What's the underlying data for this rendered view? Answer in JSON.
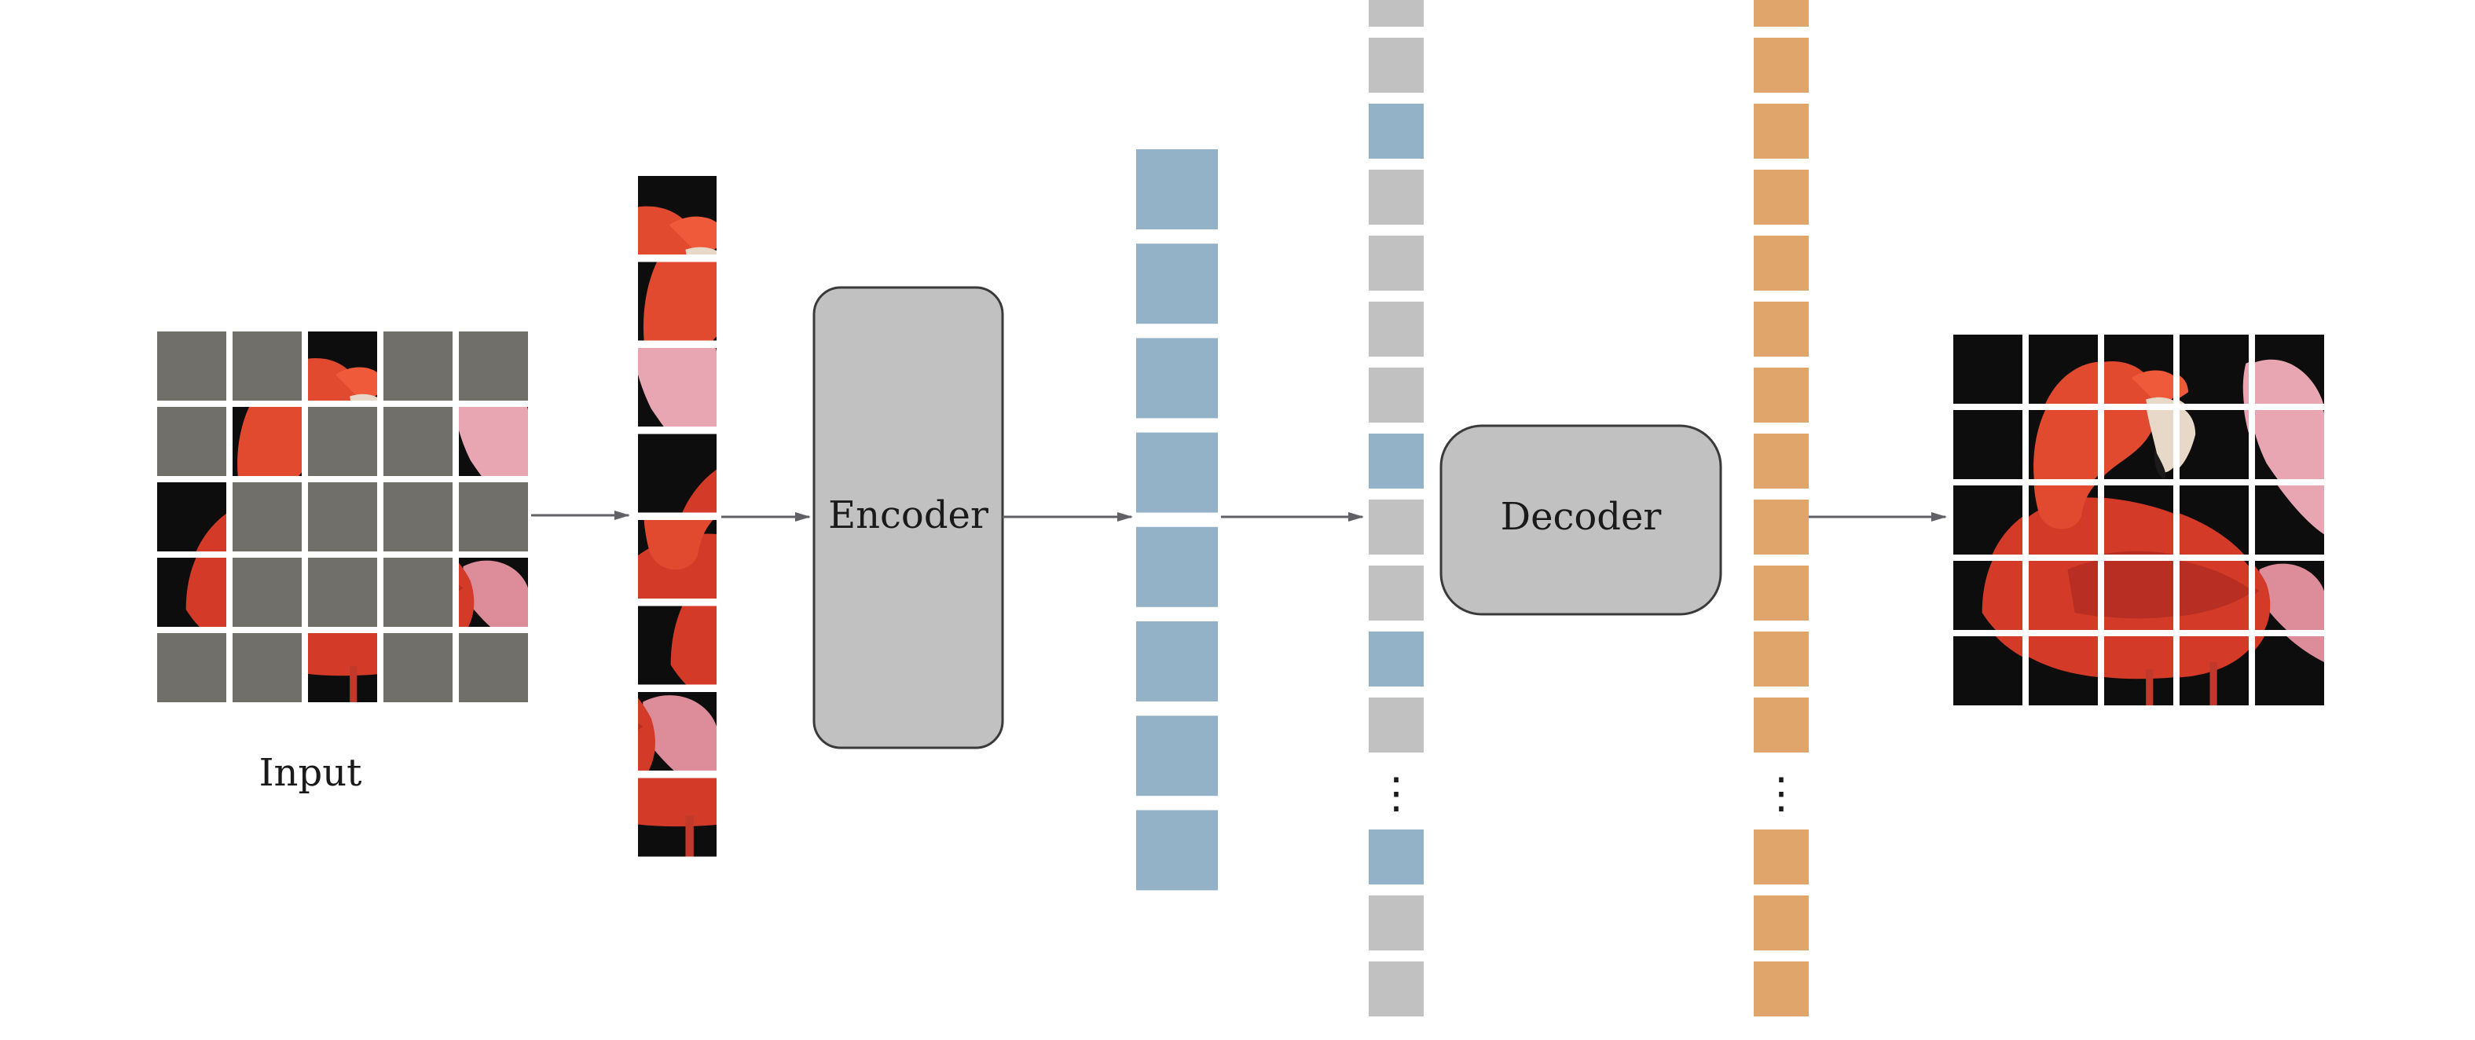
{
  "labels": {
    "input": "Input",
    "encoder": "Encoder",
    "decoder": "Decoder",
    "ellipsis": "⋮"
  },
  "colors": {
    "masked_patch": "#716f69",
    "encoded_token": "#94b2c7",
    "mask_token": "#c1c1c1",
    "decoded_token": "#dfa56b",
    "block_fill": "#c1c1c1",
    "block_stroke": "#3a3a3a",
    "arrow": "#606066"
  },
  "input_grid": {
    "rows": 5,
    "cols": 5,
    "visible_patches": [
      [
        0,
        2
      ],
      [
        1,
        1
      ],
      [
        1,
        4
      ],
      [
        2,
        0
      ],
      [
        3,
        0
      ],
      [
        3,
        4
      ],
      [
        4,
        2
      ]
    ]
  },
  "visible_patch_count": 8,
  "encoded_token_count": 8,
  "full_sequence": [
    "mask",
    "mask",
    "visible",
    "mask",
    "mask",
    "mask",
    "mask",
    "visible",
    "mask",
    "mask",
    "visible",
    "mask",
    "ellipsis",
    "visible",
    "mask",
    "mask"
  ],
  "decoded_sequence_visible_count": 15,
  "output_grid": {
    "rows": 5,
    "cols": 5
  }
}
